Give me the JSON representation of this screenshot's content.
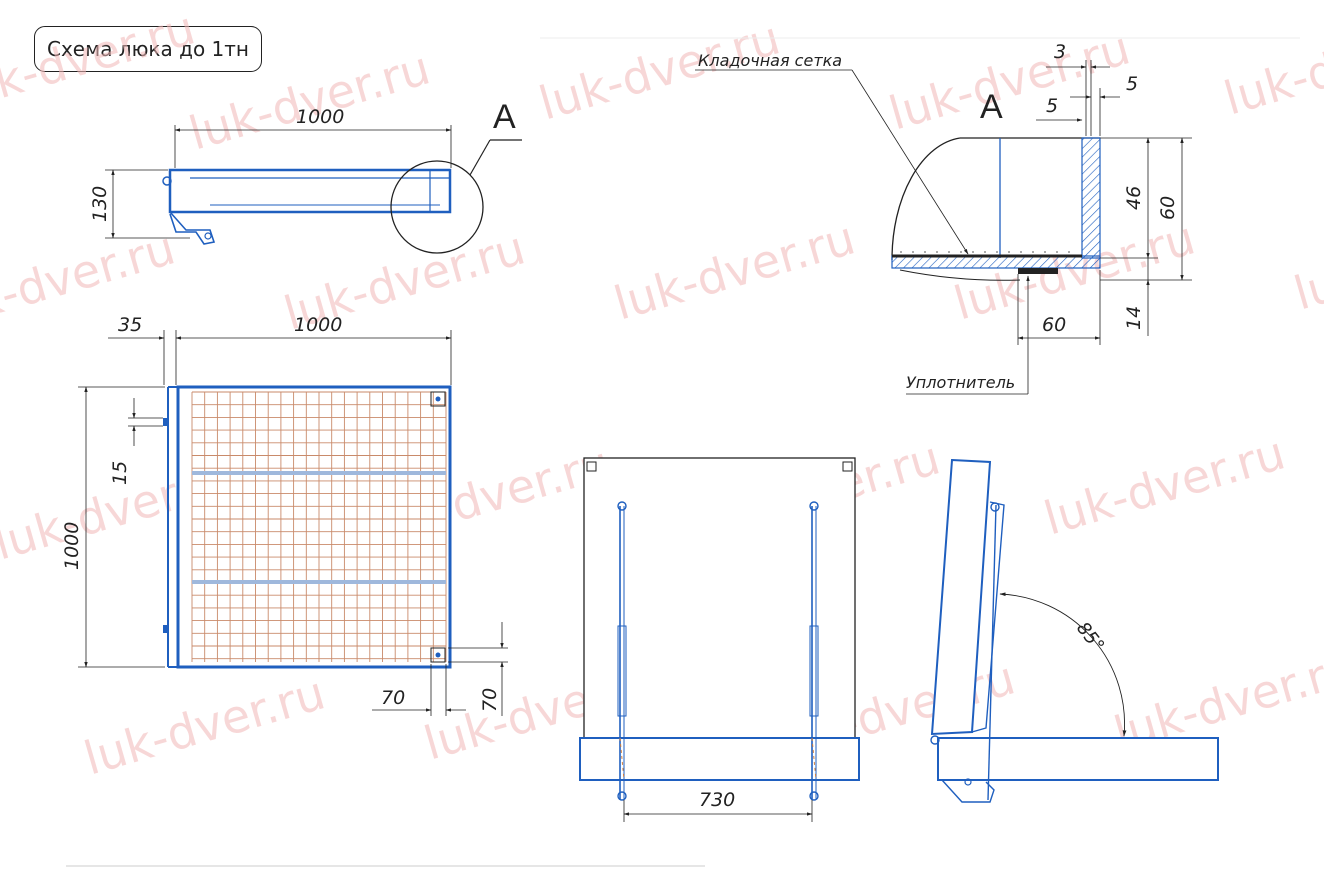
{
  "title": "Схема люка до 1тн",
  "watermark": "luk-dver.ru",
  "detail_mark": "A",
  "labels": {
    "mesh": "Кладочная сетка",
    "seal": "Уплотнитель"
  },
  "dims": {
    "side_width": "1000",
    "side_height": "130",
    "top_offset": "35",
    "top_width": "1000",
    "top_height": "1000",
    "top_small": "15",
    "corner_w": "70",
    "corner_h": "70",
    "detail_3": "3",
    "detail_5a": "5",
    "detail_5b": "5",
    "detail_46": "46",
    "detail_60v": "60",
    "detail_14": "14",
    "detail_60h": "60",
    "front_730": "730",
    "angle": "85°"
  },
  "colors": {
    "line": "#222222",
    "steel": "#1f5fbf",
    "mesh": "#c98a6a",
    "watermark": "#f2b8b8"
  }
}
